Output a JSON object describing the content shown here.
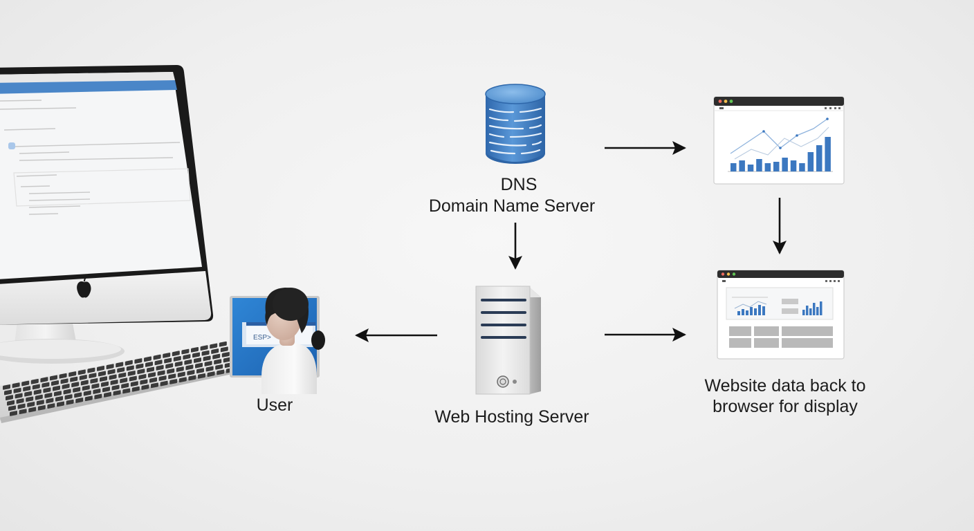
{
  "nodes": {
    "dns": {
      "title": "DNS",
      "subtitle": "Domain Name Server"
    },
    "web_server": {
      "label": "Web Hosting Server"
    },
    "user": {
      "label": "User"
    },
    "display": {
      "line1": "Website data back to",
      "line2": "browser for display"
    }
  },
  "colors": {
    "dns_blue": "#3f7fc4",
    "chart_blue": "#3c78c0",
    "arrow": "#111111",
    "text": "#1c1c1c"
  },
  "icons": {
    "dns": "database-cylinder-icon",
    "server": "server-tower-icon",
    "user": "user-avatar-icon",
    "computer": "desktop-computer-icon",
    "keyboard": "keyboard-icon",
    "browser_chart": "browser-chart-window-icon",
    "browser_dashboard": "browser-dashboard-window-icon"
  }
}
